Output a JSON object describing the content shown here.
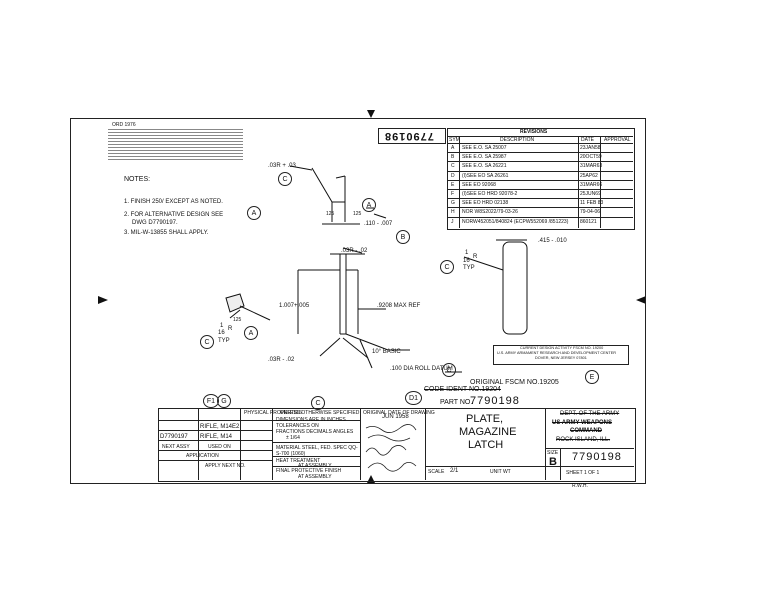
{
  "header": {
    "form_ref": "ORD 1976"
  },
  "drawing_number_rotated": "7790198",
  "revisions": {
    "title": "REVISIONS",
    "col_sym": "SYM",
    "col_desc": "DESCRIPTION",
    "col_date": "DATE",
    "col_approved": "APPROVAL",
    "rows": [
      {
        "sym": "A",
        "desc": "SEE E.O. SA 25007",
        "date": "23JAN58"
      },
      {
        "sym": "B",
        "desc": "SEE E.O. SA 25987",
        "date": "20OCT59"
      },
      {
        "sym": "C",
        "desc": "SEE E.O. SA 26221",
        "date": "31MAR63"
      },
      {
        "sym": "D",
        "desc": "(I)SEE EO SA 26261",
        "date": "25AP62"
      },
      {
        "sym": "E",
        "desc": "SEE EO 92068",
        "date": "31MAR66"
      },
      {
        "sym": "F",
        "desc": "(I)SEE EO HRD 92078-2",
        "date": "25JUN69"
      },
      {
        "sym": "G",
        "desc": "SEE EO HRD 02138",
        "date": "11 FEB 83"
      },
      {
        "sym": "H",
        "desc": "NOR W8S2022/79-03-26",
        "date": "79-04-06"
      },
      {
        "sym": "J",
        "desc": "NORW452051/840824 (ECPW552069 /851223)",
        "date": "860121"
      }
    ]
  },
  "notes": {
    "title": "NOTES:",
    "n1": "1. FINISH 250/ EXCEPT AS NOTED.",
    "n2a": "2. FOR ALTERNATIVE DESIGN SEE",
    "n2b": "DWG D7790197.",
    "n3": "3. MIL-W-13855 SHALL APPLY."
  },
  "dims": {
    "r03_03": ".03R + .03",
    "d125a": "125",
    "d125b": "125",
    "d110": ".110 - .007",
    "r03_02_top": ".03R - .02",
    "d1007": "1.007+.005",
    "d9208": ".9208 MAX REF",
    "r16a_num": "1",
    "r16a_den": "16",
    "r16a_r": "R",
    "r16a_typ": "TYP",
    "d415": ".415 - .010",
    "d125c": "125",
    "r16b_num": "1",
    "r16b_den": "16",
    "r16b_r": "R",
    "r16b_typ": "TYP",
    "basic10": "10° BASIC",
    "r03_02_bot": ".03R - .02",
    "roll": ".100 DIA ROLL DATUM"
  },
  "callouts": {
    "A": "A",
    "B": "B",
    "C": "C",
    "D1": "D1",
    "E": "E",
    "F1": "F1",
    "G": "G"
  },
  "activity": {
    "l1": "CURRENT DESIGN ACTIVITY FSCM NO. 19200",
    "l2": "U.S. ARMY ARMAMENT RESEARCH AND DEVELOPMENT CENTER",
    "l3": "DOVER, NEW JERSEY 07801"
  },
  "fscm": {
    "original": "ORIGINAL FSCM NO.19205",
    "code_ident": "CODE IDENT NO.19204",
    "part_label": "PART NO.",
    "part_no": "7790198"
  },
  "title_block": {
    "title1": "PLATE,",
    "title2": "MAGAZINE",
    "title3": "LATCH",
    "dept1": "DEPT. OF THE ARMY",
    "dept2": "US ARMY WEAPONS",
    "dept3": "COMMAND",
    "dept4": "ROCK ISLAND, ILL.",
    "size_label": "SIZE",
    "size": "B",
    "dwg_no": "7790198",
    "scale_label": "SCALE",
    "scale": "2/1",
    "unit_wt": "UNIT WT",
    "sheet": "SHEET 1 OF 1",
    "date_stamp": "JUN 1958",
    "rwh": "R.W.H.",
    "rifle1": "RIFLE, M14E2",
    "rifle2": "RIFLE, M14",
    "nextassy": "D7790197",
    "material": "MATERIAL  STEEL, FED. SPEC QQ-S-700 (1060)",
    "heat": "HEAT TREATMENT",
    "heat_val": "AT ASSEMBLY",
    "finish": "FINAL PROTECTIVE FINISH",
    "finish_val": "AT ASSEMBLY",
    "unless": "UNLESS OTHERWISE SPECIFIED",
    "dim_inches": "DIMENSIONS ARE IN INCHES",
    "tol": "TOLERANCES ON",
    "tol2": "FRACTIONS  DECIMALS  ANGLES",
    "tol3": "± 1/64",
    "original_date": "ORIGINAL DATE OF DRAWING",
    "application": "APPLICATION",
    "physical": "PHYSICAL PROPERTIES",
    "next_assy": "NEXT ASSY",
    "used_on": "USED ON",
    "apply": "APPLY NEXT NO."
  }
}
